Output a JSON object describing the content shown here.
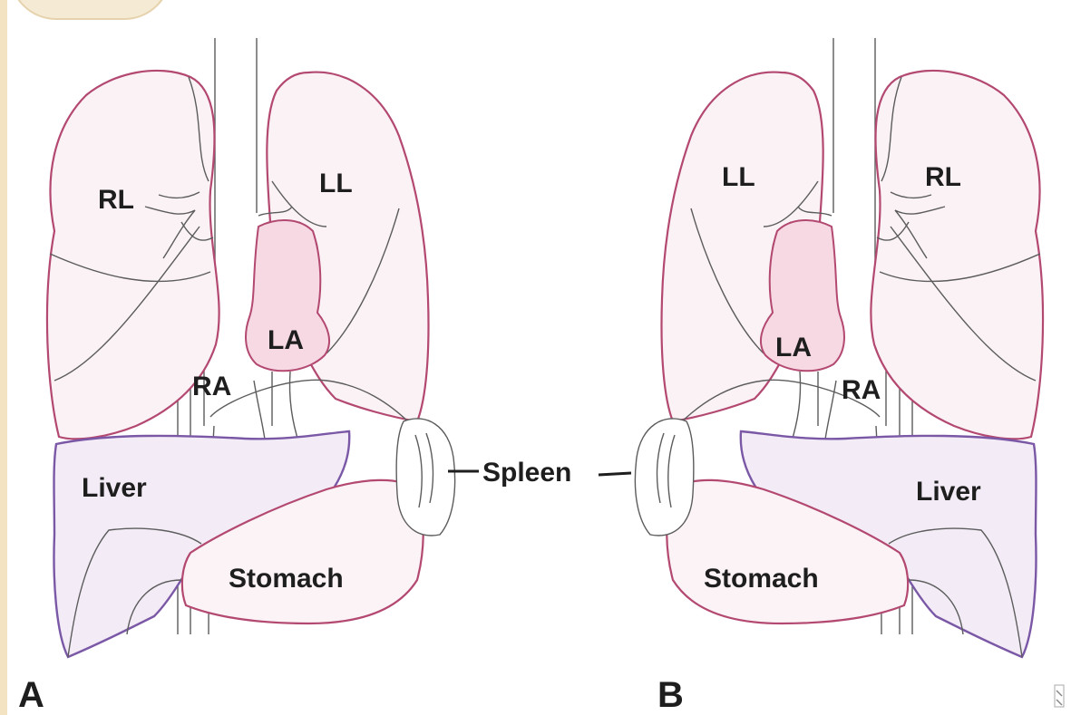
{
  "figure": {
    "labels": {
      "rl": "RL",
      "ll": "LL",
      "la": "LA",
      "ra": "RA",
      "liver": "Liver",
      "stomach": "Stomach",
      "spleen": "Spleen",
      "panel_a": "A",
      "panel_b": "B"
    },
    "colors": {
      "lung_outline": "#b34870",
      "lung_fill": "#fbf2f6",
      "heart_fill": "#f6d9e3",
      "liver_outline": "#7a58a6",
      "liver_fill": "#f3ecf7",
      "line": "#5c5c5c",
      "text": "#1e1e1e",
      "slide_border": "#f3e3c2"
    }
  }
}
